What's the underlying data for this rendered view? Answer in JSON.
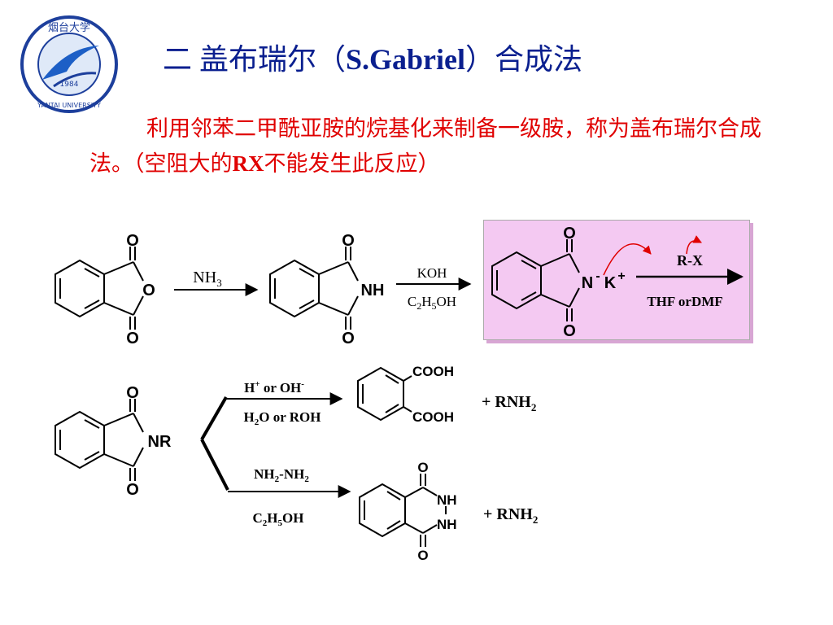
{
  "header": {
    "title_prefix": "二 盖布瑞尔（",
    "title_latin": "S.Gabriel",
    "title_suffix": "）合成法",
    "logo_text_top": "烟台大学",
    "logo_year": "1984",
    "logo_text_bottom": "YANTAI UNIVERSITY"
  },
  "description": {
    "line_a": "利用邻苯二甲酰亚胺的烷基化来制备一级胺，称为盖布瑞尔合成法。（空阻大的",
    "rx": "RX",
    "line_b": "不能发生此反应）"
  },
  "scheme": {
    "step1_reagent": "NH3",
    "step2_reagent_top": "KOH",
    "step2_reagent_bottom": "C2H5OH",
    "step3_reagent_top": "R-X",
    "step3_reagent_bottom": "THF orDMF",
    "hydrolysis_top": "H+ or OH-",
    "hydrolysis_bottom": "H2O or ROH",
    "hydrazine_top": "NH2-NH2",
    "hydrazine_bottom": "C2H5OH",
    "product_amine": "+ RNH2",
    "atom_O": "O",
    "atom_NH": "NH",
    "atom_N": "N",
    "atom_K": "K",
    "atom_NR": "NR",
    "cooh": "COOH"
  },
  "colors": {
    "title": "#0a1f8f",
    "description": "#e00000",
    "highlight_box": "#f4c9f2",
    "curved_arrow": "#e00000"
  }
}
